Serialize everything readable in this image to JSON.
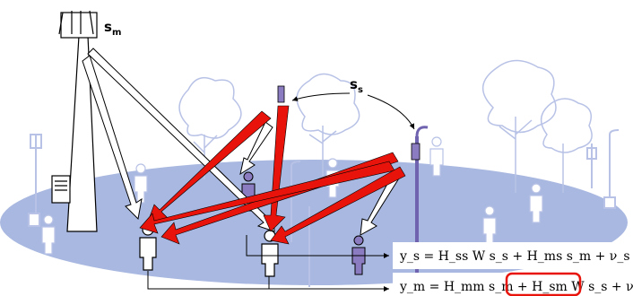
{
  "labels": {
    "macro_signal": "s",
    "macro_signal_sub": "m",
    "small_signal": "s",
    "small_signal_sub": "s"
  },
  "equations": {
    "small_cell_rx": "y_s = H_ss W s_s + H_ms s_m + ν_s",
    "macro_rx": "y_m = H_mm s_m + H_sm W s_s + ν_p",
    "highlighted_term": "H_sm W s_s"
  },
  "colors": {
    "ground": "#a9b8e0",
    "small_cell_light": "#8b7bc0",
    "small_cell_pole": "#6f63b0",
    "interference_arrow": "#e8140c",
    "highlight_box": "#e8140c",
    "tree_outline": "#b8c2e6"
  },
  "icons": [
    "macro-tower-icon",
    "street-light-small-cell-icon",
    "person-icon",
    "tree-icon",
    "lamp-post-icon"
  ]
}
